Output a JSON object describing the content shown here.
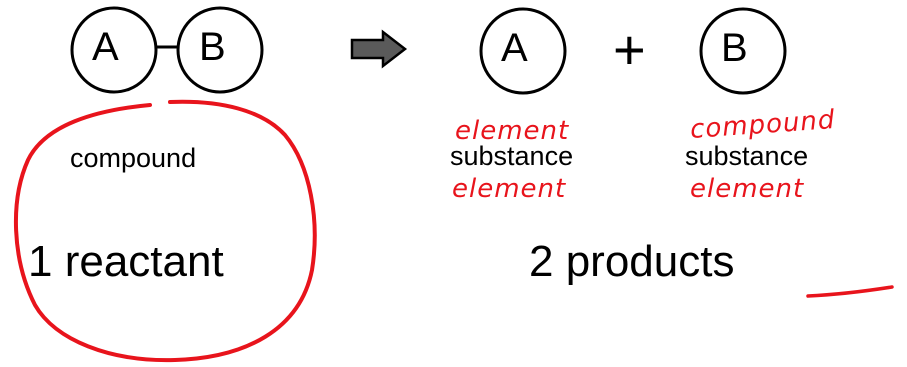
{
  "colors": {
    "ink": "#000000",
    "annotation": "#e8141c",
    "arrow_fill": "#5a5a5a"
  },
  "reactant": {
    "atom_a": "A",
    "atom_b": "B",
    "type_label": "compound",
    "count_label": "1 reactant"
  },
  "arrow": {
    "icon": "right-arrow-icon"
  },
  "products": {
    "atom_a": "A",
    "plus": "+",
    "atom_b": "B",
    "a_label": "substance",
    "b_label": "substance",
    "count_label": "2 products"
  },
  "annotations": {
    "a_top": "element",
    "a_bottom": "element",
    "b_top": "compound",
    "b_bottom": "element"
  }
}
